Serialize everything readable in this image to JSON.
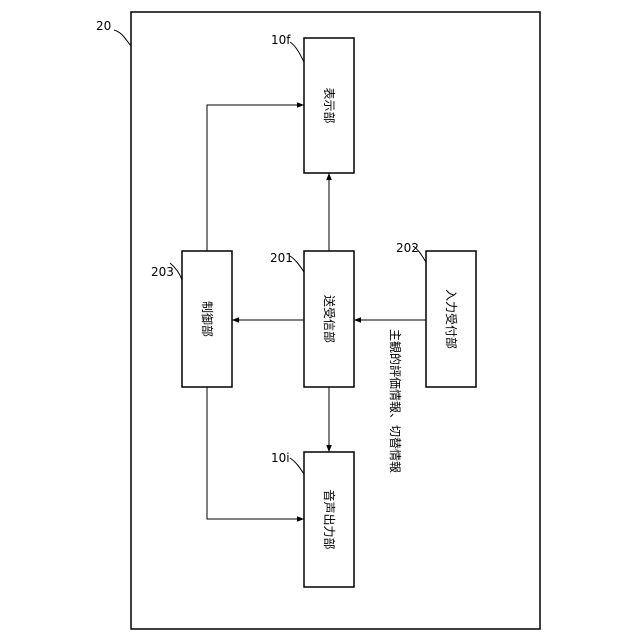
{
  "diagram": {
    "frame_ref": "20",
    "blocks": {
      "display": {
        "ref": "10f",
        "label": "表示部"
      },
      "transceiver": {
        "ref": "201",
        "label": "送受信部"
      },
      "input": {
        "ref": "202",
        "label": "入力受付部"
      },
      "control": {
        "ref": "203",
        "label": "制御部"
      },
      "audio": {
        "ref": "10i",
        "label": "音声出力部"
      }
    },
    "edge_label": "主観的評価情報、切替情報"
  }
}
